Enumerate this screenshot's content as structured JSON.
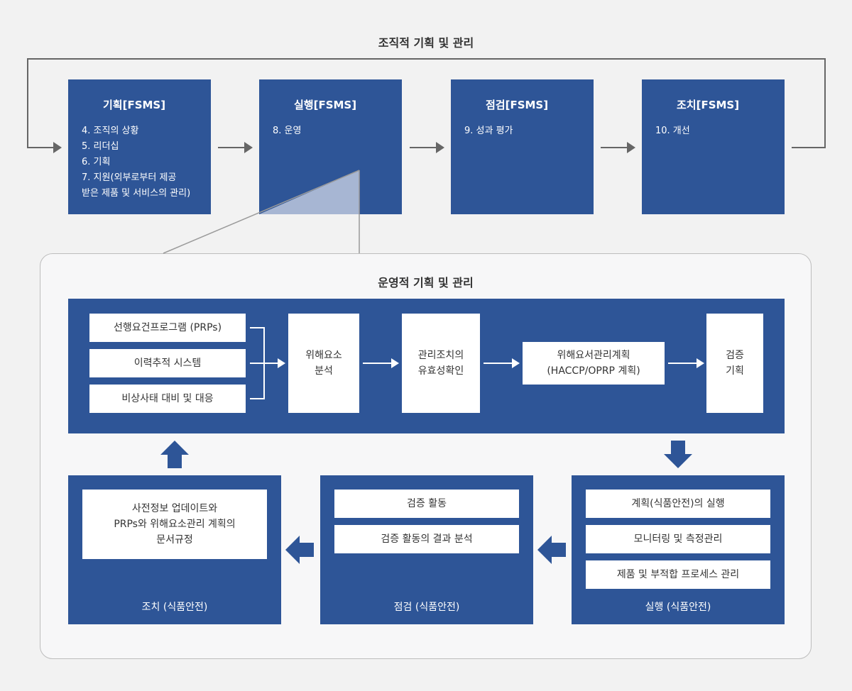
{
  "org": {
    "title": "조직적 기획 및 관리",
    "boxes": [
      {
        "title": "기획[FSMS]",
        "items": [
          "4. 조직의 상황",
          "5. 리더십",
          "6. 기획",
          "7. 지원(외부로부터 제공",
          "받은 제품 및 서비스의 관리)"
        ]
      },
      {
        "title": "실행[FSMS]",
        "items": [
          "8. 운영"
        ]
      },
      {
        "title": "점검[FSMS]",
        "items": [
          "9. 성과 평가"
        ]
      },
      {
        "title": "조치[FSMS]",
        "items": [
          "10. 개선"
        ]
      }
    ]
  },
  "ops": {
    "title": "운영적 기획 및 관리",
    "inputs": [
      "선행요건프로그램 (PRPs)",
      "이력추적 시스템",
      "비상사태 대비 및 대응"
    ],
    "hazard": [
      "위해요소",
      "분석"
    ],
    "validation": [
      "관리조치의",
      "유효성확인"
    ],
    "haccp": [
      "위해요서관리계획",
      "(HACCP/OPRP 계획)"
    ],
    "verify_plan": [
      "검증",
      "기획"
    ],
    "act": {
      "box": [
        "사전정보 업데이트와",
        "PRPs와 위해요소관리 계획의",
        "문서규정"
      ],
      "caption": "조치 (식품안전)"
    },
    "check": {
      "items": [
        "검증 활동",
        "검증 활동의 결과 분석"
      ],
      "caption": "점검 (식품안전)"
    },
    "do": {
      "items": [
        "계획(식품안전)의 실행",
        "모니터링 및 측정관리",
        "제품 및 부적합 프로세스 관리"
      ],
      "caption": "실행 (식품안전)"
    }
  },
  "colors": {
    "primary": "#2e5597",
    "arrow": "#666666",
    "panel_border": "#bdbdbd"
  }
}
